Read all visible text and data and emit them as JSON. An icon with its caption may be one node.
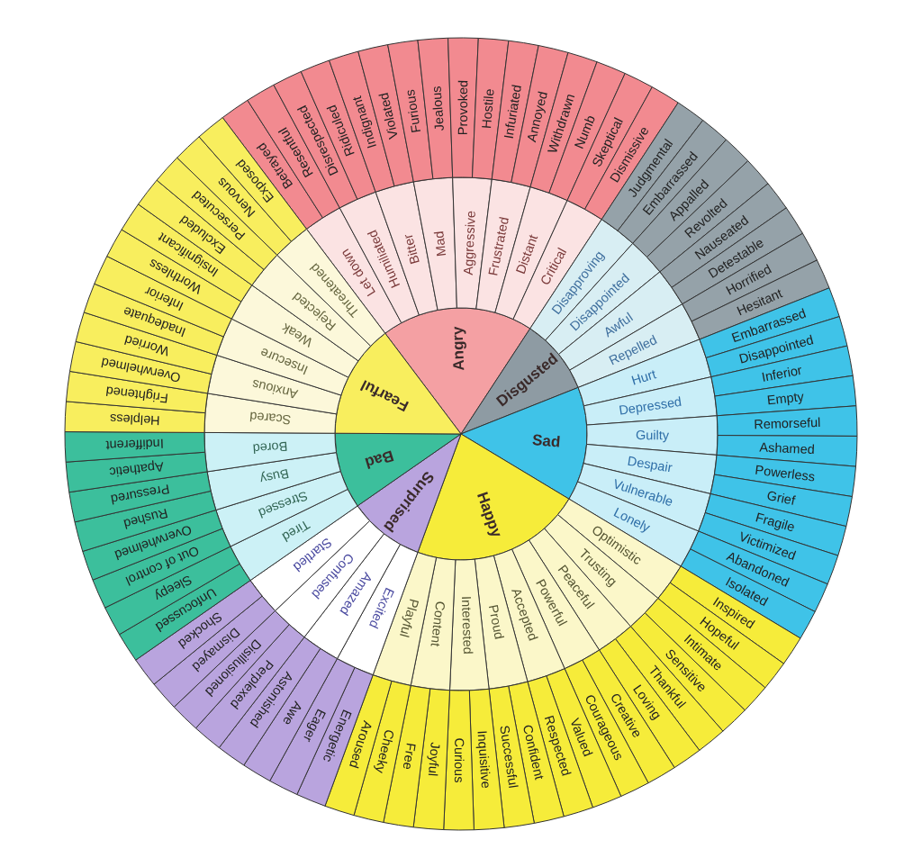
{
  "diagram": {
    "nodes": [
      {
        "text": [
          "Angry"
        ]
      },
      {
        "text": [
          "Disgusted"
        ]
      },
      {
        "text": [
          "Sad"
        ]
      },
      {
        "text": [
          "Happy"
        ]
      },
      {
        "text": [
          "Surprised"
        ]
      },
      {
        "text": [
          "Bad"
        ]
      },
      {
        "text": [
          "Fearful"
        ]
      },
      {
        "text": [
          "Let down"
        ]
      },
      {
        "text": [
          "Humiliated"
        ]
      },
      {
        "text": [
          "Bitter"
        ]
      },
      {
        "text": [
          "Mad"
        ]
      },
      {
        "text": [
          "Aggressive"
        ]
      },
      {
        "text": [
          "Frustrated"
        ]
      },
      {
        "text": [
          "Distant"
        ]
      },
      {
        "text": [
          "Critical"
        ]
      },
      {
        "text": [
          "Disapproving"
        ]
      },
      {
        "text": [
          "Disappointed"
        ]
      },
      {
        "text": [
          "Awful"
        ]
      },
      {
        "text": [
          "Repelled"
        ]
      },
      {
        "text": [
          "Hurt"
        ]
      },
      {
        "text": [
          "Depressed"
        ]
      },
      {
        "text": [
          "Guilty"
        ]
      },
      {
        "text": [
          "Despair"
        ]
      },
      {
        "text": [
          "Vulnerable"
        ]
      },
      {
        "text": [
          "Lonely"
        ]
      },
      {
        "text": [
          "Optimistic"
        ]
      },
      {
        "text": [
          "Trusting"
        ]
      },
      {
        "text": [
          "Peaceful"
        ]
      },
      {
        "text": [
          "Powerful"
        ]
      },
      {
        "text": [
          "Accepted"
        ]
      },
      {
        "text": [
          "Proud"
        ]
      },
      {
        "text": [
          "Interested"
        ]
      },
      {
        "text": [
          "Content"
        ]
      },
      {
        "text": [
          "Playful"
        ]
      },
      {
        "text": [
          "Excited"
        ]
      },
      {
        "text": [
          "Amazed"
        ]
      },
      {
        "text": [
          "Confused"
        ]
      },
      {
        "text": [
          "Startled"
        ]
      },
      {
        "text": [
          "Tired"
        ]
      },
      {
        "text": [
          "Stressed"
        ]
      },
      {
        "text": [
          "Busy"
        ]
      },
      {
        "text": [
          "Bored"
        ]
      },
      {
        "text": [
          "Scared"
        ]
      },
      {
        "text": [
          "Anxious"
        ]
      },
      {
        "text": [
          "Insecure"
        ]
      },
      {
        "text": [
          "Weak"
        ]
      },
      {
        "text": [
          "Rejected"
        ]
      },
      {
        "text": [
          "Threatened"
        ]
      },
      {
        "text": [
          "Betrayed"
        ]
      },
      {
        "text": [
          "Resentful"
        ]
      },
      {
        "text": [
          "Disrespected"
        ]
      },
      {
        "text": [
          "Ridiculed"
        ]
      },
      {
        "text": [
          "Indignant"
        ]
      },
      {
        "text": [
          "Violated"
        ]
      },
      {
        "text": [
          "Furious"
        ]
      },
      {
        "text": [
          "Jealous"
        ]
      },
      {
        "text": [
          "Provoked"
        ]
      },
      {
        "text": [
          "Hostile"
        ]
      },
      {
        "text": [
          "Infuriated"
        ]
      },
      {
        "text": [
          "Annoyed"
        ]
      },
      {
        "text": [
          "Withdrawn"
        ]
      },
      {
        "text": [
          "Numb"
        ]
      },
      {
        "text": [
          "Skeptical"
        ]
      },
      {
        "text": [
          "Dismissive"
        ]
      },
      {
        "text": [
          "Judgmental"
        ]
      },
      {
        "text": [
          "Embarrassed"
        ]
      },
      {
        "text": [
          "Appalled"
        ]
      },
      {
        "text": [
          "Revolted"
        ]
      },
      {
        "text": [
          "Nauseated"
        ]
      },
      {
        "text": [
          "Detestable"
        ]
      },
      {
        "text": [
          "Horrified"
        ]
      },
      {
        "text": [
          "Hesitant"
        ]
      },
      {
        "text": [
          "Embarrassed"
        ]
      },
      {
        "text": [
          "Disappointed"
        ]
      },
      {
        "text": [
          "Inferior"
        ]
      },
      {
        "text": [
          "Empty"
        ]
      },
      {
        "text": [
          "Remorseful"
        ]
      },
      {
        "text": [
          "Ashamed"
        ]
      },
      {
        "text": [
          "Powerless"
        ]
      },
      {
        "text": [
          "Grief"
        ]
      },
      {
        "text": [
          "Fragile"
        ]
      },
      {
        "text": [
          "Victimized"
        ]
      },
      {
        "text": [
          "Abandoned"
        ]
      },
      {
        "text": [
          "Isolated"
        ]
      },
      {
        "text": [
          "Inspired"
        ]
      },
      {
        "text": [
          "Hopeful"
        ]
      },
      {
        "text": [
          "Intimate"
        ]
      },
      {
        "text": [
          "Sensitive"
        ]
      },
      {
        "text": [
          "Thankful"
        ]
      },
      {
        "text": [
          "Loving"
        ]
      },
      {
        "text": [
          "Creative"
        ]
      },
      {
        "text": [
          "Courageous"
        ]
      },
      {
        "text": [
          "Valued"
        ]
      },
      {
        "text": [
          "Respected"
        ]
      },
      {
        "text": [
          "Confident"
        ]
      },
      {
        "text": [
          "Successful"
        ]
      },
      {
        "text": [
          "Inquisitive"
        ]
      },
      {
        "text": [
          "Curious"
        ]
      },
      {
        "text": [
          "Joyful"
        ]
      },
      {
        "text": [
          "Free"
        ]
      },
      {
        "text": [
          "Cheeky"
        ]
      },
      {
        "text": [
          "Aroused"
        ]
      },
      {
        "text": [
          "Energetic"
        ]
      },
      {
        "text": [
          "Eager"
        ]
      },
      {
        "text": [
          "Awe"
        ]
      },
      {
        "text": [
          "Astonished"
        ]
      },
      {
        "text": [
          "Perplexed"
        ]
      },
      {
        "text": [
          "Disillusioned"
        ]
      },
      {
        "text": [
          "Dismayed"
        ]
      },
      {
        "text": [
          "Shocked"
        ]
      },
      {
        "text": [
          "Unfocussed"
        ]
      },
      {
        "text": [
          "Sleepy"
        ]
      },
      {
        "text": [
          "Out of control"
        ]
      },
      {
        "text": [
          "Overwhelmed"
        ]
      },
      {
        "text": [
          "Rushed"
        ]
      },
      {
        "text": [
          "Pressured"
        ]
      },
      {
        "text": [
          "Apathetic"
        ]
      },
      {
        "text": [
          "Indifferent"
        ]
      },
      {
        "text": [
          "Helpless"
        ]
      },
      {
        "text": [
          "Frightened"
        ]
      },
      {
        "text": [
          "Overwhelmed"
        ]
      },
      {
        "text": [
          "Worried"
        ]
      },
      {
        "text": [
          "Inadequate"
        ]
      },
      {
        "text": [
          "Inferior"
        ]
      },
      {
        "text": [
          "Worthless"
        ]
      },
      {
        "text": [
          "Insignificant"
        ]
      },
      {
        "text": [
          "Excluded"
        ]
      },
      {
        "text": [
          "Persecuted"
        ]
      },
      {
        "text": [
          "Nervous"
        ]
      },
      {
        "text": [
          "Exposed"
        ]
      }
    ]
  }
}
